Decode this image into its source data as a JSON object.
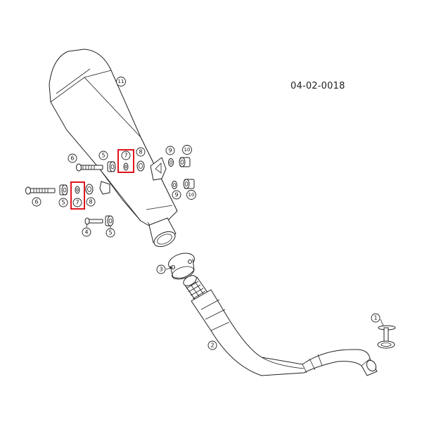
{
  "diagram": {
    "code": "04-02-0018",
    "callouts": {
      "c1": "1",
      "c2": "2",
      "c3": "3",
      "c4": "4",
      "c5a": "5",
      "c5b": "5",
      "c5c": "5",
      "c6a": "6",
      "c6b": "6",
      "c7a": "7",
      "c7b": "7",
      "c8a": "8",
      "c8b": "8",
      "c9a": "9",
      "c9b": "9",
      "c10a": "10",
      "c10b": "10",
      "c11": "11"
    },
    "highlight_color": "#e0141e"
  }
}
